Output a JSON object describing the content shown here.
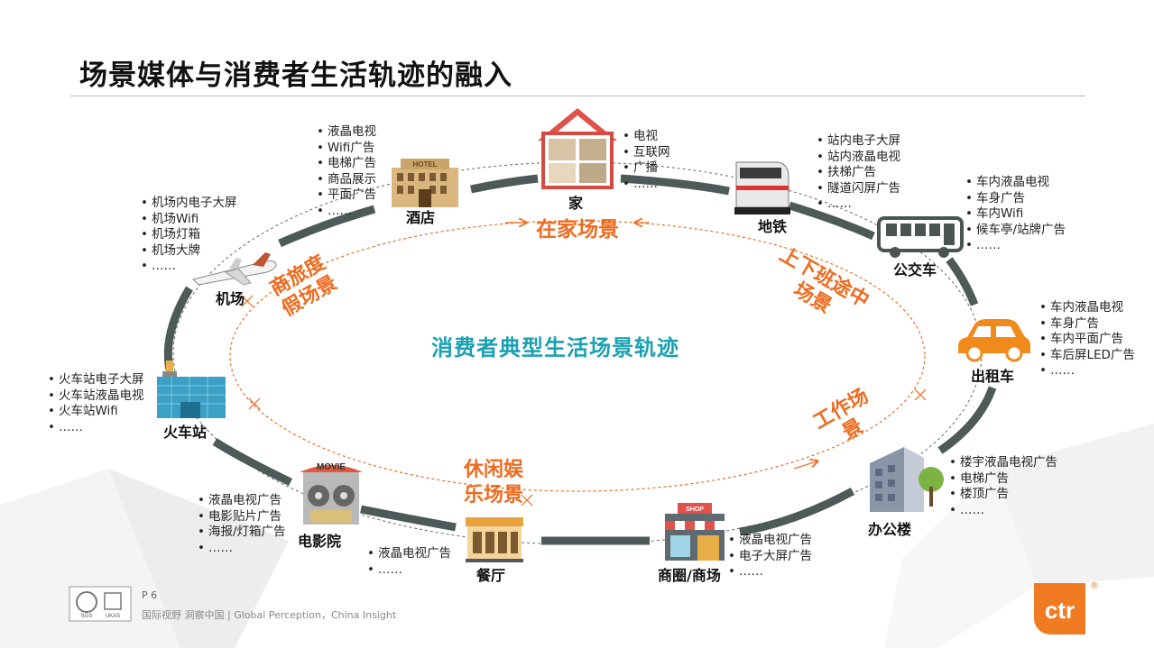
{
  "title": "场景媒体与消费者生活轨迹的融入",
  "center_label": "消费者典型生活场景轨迹",
  "scenes": {
    "home": "在家场景",
    "commute_1": "上下班途中",
    "commute_2": "场景",
    "work_1": "工作场",
    "work_2": "景",
    "leisure_1": "休闲娱",
    "leisure_2": "乐场景",
    "travel_1": "商旅度",
    "travel_2": "假场景"
  },
  "locations": {
    "home": {
      "label": "家",
      "items": [
        "电视",
        "互联网",
        "广播",
        "……"
      ]
    },
    "hotel": {
      "label": "酒店",
      "items": [
        "液晶电视",
        "Wifi广告",
        "电梯广告",
        "商品展示",
        "平面广告",
        "……"
      ]
    },
    "subway": {
      "label": "地铁",
      "items": [
        "站内电子大屏",
        "站内液晶电视",
        "扶梯广告",
        "隧道闪屏广告",
        "……"
      ]
    },
    "bus": {
      "label": "公交车",
      "items": [
        "车内液晶电视",
        "车身广告",
        "车内Wifi",
        "候车亭/站牌广告",
        "……"
      ]
    },
    "taxi": {
      "label": "出租车",
      "items": [
        "车内液晶电视",
        "车身广告",
        "车内平面广告",
        "车后屏LED广告",
        "……"
      ]
    },
    "office": {
      "label": "办公楼",
      "items": [
        "楼宇液晶电视广告",
        "电梯广告",
        "楼顶广告",
        "……"
      ]
    },
    "mall": {
      "label": "商圈/商场",
      "items": [
        "液晶电视广告",
        "电子大屏广告",
        "……"
      ]
    },
    "restaurant": {
      "label": "餐厅",
      "items": [
        "液晶电视广告",
        "……"
      ]
    },
    "cinema": {
      "label": "电影院",
      "items": [
        "液晶电视广告",
        "电影贴片广告",
        "海报/灯箱广告",
        "……"
      ]
    },
    "train": {
      "label": "火车站",
      "items": [
        "火车站电子大屏",
        "火车站液晶电视",
        "火车站Wifi",
        "……"
      ]
    },
    "airport": {
      "label": "机场",
      "items": [
        "机场内电子大屏",
        "机场Wifi",
        "机场灯箱",
        "机场大牌",
        "……"
      ]
    }
  },
  "icon_text": {
    "hotel_sign": "HOTEL",
    "movie_sign": "MOVIE",
    "shop_sign": "SHOP"
  },
  "footer": {
    "page": "P 6",
    "tagline": "国际视野  洞察中国 |  Global Perception，China Insight",
    "logo": "ctr",
    "registered": "®",
    "cert_1": "SGS",
    "cert_2": "UKAS"
  },
  "colors": {
    "ring": "#4d5a57",
    "accent_orange": "#ee6b1f",
    "center_teal": "#1aa1b1",
    "logo_orange": "#f07b22"
  },
  "icons": [
    "hotel-icon",
    "house-icon",
    "subway-train-icon",
    "bus-icon",
    "airplane-icon",
    "train-station-icon",
    "cinema-icon",
    "restaurant-icon",
    "shop-icon",
    "office-building-icon",
    "taxi-icon"
  ]
}
